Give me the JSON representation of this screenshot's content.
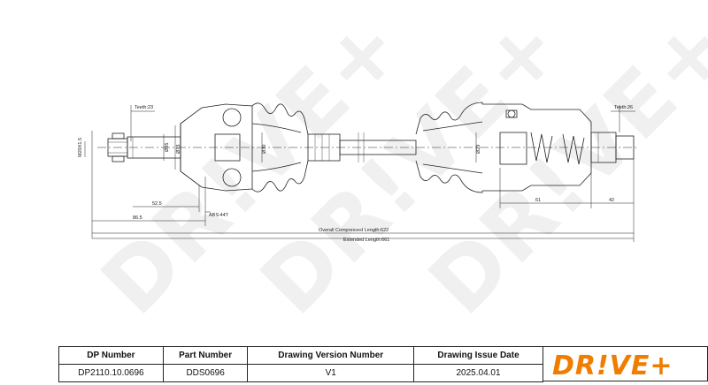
{
  "watermark": "DR!VE+",
  "dims": {
    "teeth_left": "Teeth:23",
    "teeth_right": "Teeth:26",
    "thread": "M20X1.5",
    "d85": "Ø85",
    "d73": "Ø73",
    "d30": "Ø30",
    "d29": "Ø29",
    "abs": "ABS:44T",
    "len_52_5": "52.5",
    "len_86_5": "86.5",
    "len_61": "61",
    "len_42": "42",
    "overall": "Overall Compressed Length:622",
    "extended": "Extended Length:661"
  },
  "table": {
    "headers": [
      "DP Number",
      "Part Number",
      "Drawing Version Number",
      "Drawing Issue Date"
    ],
    "values": [
      "DP2110.10.0696",
      "DDS0696",
      "V1",
      "2025.04.01"
    ]
  },
  "logo": "DR!VE+",
  "colors": {
    "brand": "#f07c00",
    "line": "#222222",
    "watermark": "#f0f0f0"
  }
}
